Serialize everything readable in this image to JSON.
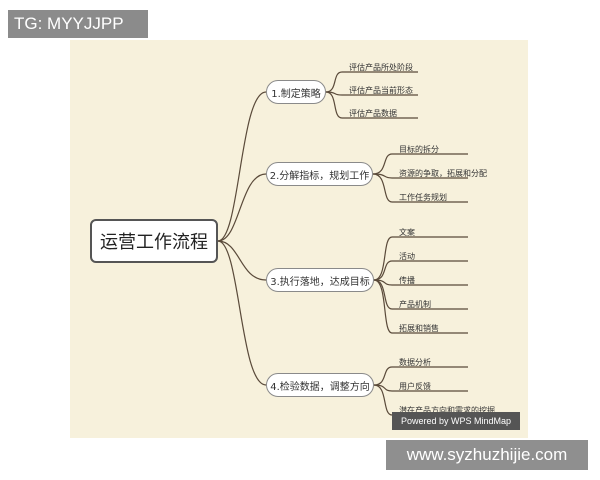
{
  "tag": "TG: MYYJJPP",
  "mindmap": {
    "root": "运营工作流程",
    "branches": [
      {
        "label": "1.制定策略",
        "children": [
          "评估产品所处阶段",
          "评估产品当前形态",
          "评估产品数据"
        ]
      },
      {
        "label": "2.分解指标，规划工作",
        "children": [
          "目标的拆分",
          "资源的争取，拓展和分配",
          "工作任务规划"
        ]
      },
      {
        "label": "3.执行落地，达成目标",
        "children": [
          "文案",
          "活动",
          "传播",
          "产品机制",
          "拓展和销售"
        ]
      },
      {
        "label": "4.检验数据，调整方向",
        "children": [
          "数据分析",
          "用户反馈",
          "潜在产品方向和需求的挖掘"
        ]
      }
    ]
  },
  "watermark": "Powered by WPS MindMap",
  "site": "www.syzhuzhijie.com",
  "colors": {
    "canvas": "#f7f1dc",
    "line": "#5a4a3a",
    "badge": "#8b8b8b"
  }
}
